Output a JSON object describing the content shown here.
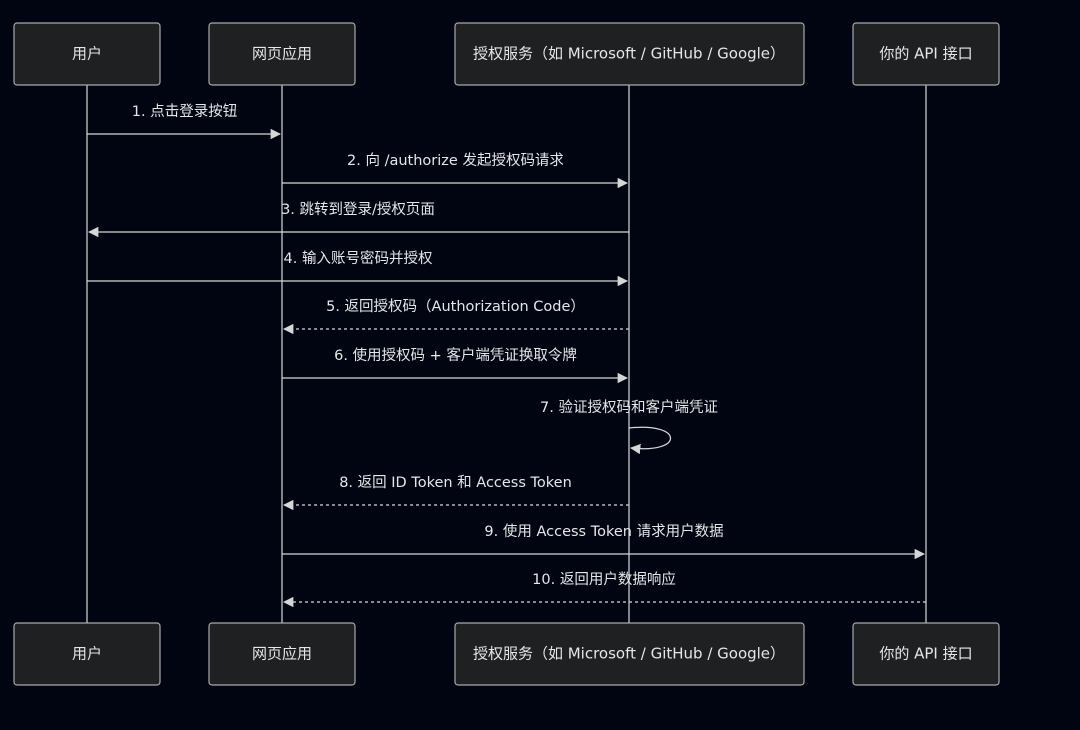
{
  "participants": [
    {
      "label": "用户"
    },
    {
      "label": "网页应用"
    },
    {
      "label": "授权服务（如 Microsoft / GitHub / Google）"
    },
    {
      "label": "你的 API 接口"
    }
  ],
  "messages": [
    {
      "label": "1. 点击登录按钮",
      "from": 0,
      "to": 1,
      "style": "solid"
    },
    {
      "label": "2. 向 /authorize 发起授权码请求",
      "from": 1,
      "to": 2,
      "style": "solid"
    },
    {
      "label": "3. 跳转到登录/授权页面",
      "from": 2,
      "to": 0,
      "style": "solid"
    },
    {
      "label": "4. 输入账号密码并授权",
      "from": 0,
      "to": 2,
      "style": "solid"
    },
    {
      "label": "5. 返回授权码（Authorization Code）",
      "from": 2,
      "to": 1,
      "style": "dashed"
    },
    {
      "label": "6. 使用授权码 + 客户端凭证换取令牌",
      "from": 1,
      "to": 2,
      "style": "solid"
    },
    {
      "label": "7. 验证授权码和客户端凭证",
      "from": 2,
      "to": 2,
      "style": "self"
    },
    {
      "label": "8. 返回 ID Token 和 Access Token",
      "from": 2,
      "to": 1,
      "style": "dashed"
    },
    {
      "label": "9. 使用 Access Token 请求用户数据",
      "from": 1,
      "to": 3,
      "style": "solid"
    },
    {
      "label": "10. 返回用户数据响应",
      "from": 3,
      "to": 1,
      "style": "dashed"
    }
  ],
  "colors": {
    "background": "#000511",
    "box_fill": "#1f2022",
    "box_stroke": "#a9a9a9",
    "line": "#d6d6d6",
    "text": "#e6e6e6"
  }
}
